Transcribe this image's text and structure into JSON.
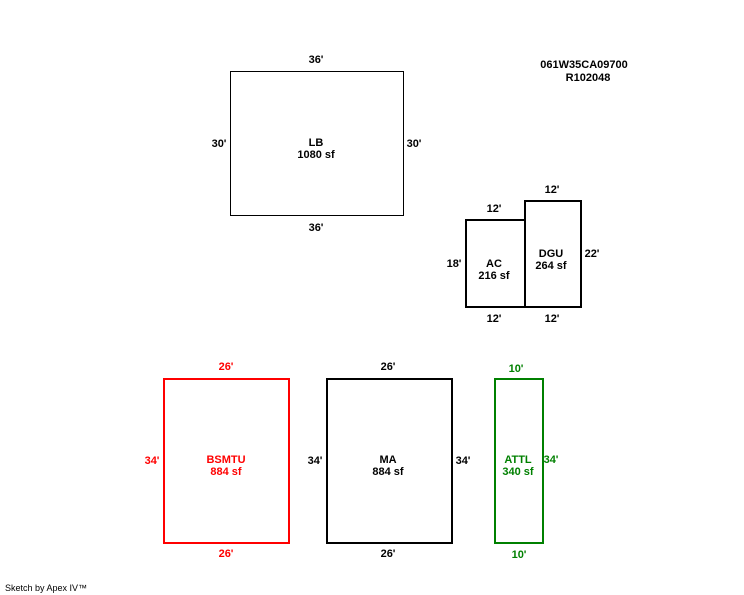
{
  "parcel": {
    "id": "061W35CA09700",
    "ref": "R102048"
  },
  "colors": {
    "default": "#000000",
    "bsmtu": "#ff0000",
    "attl": "#008000"
  },
  "areas": {
    "lb": {
      "name": "LB",
      "area": "1080 sf",
      "top": "36'",
      "bottom": "36'",
      "left": "30'",
      "right": "30'"
    },
    "ac": {
      "name": "AC",
      "area": "216 sf",
      "top": "12'",
      "bottom": "12'",
      "left": "18'"
    },
    "dgu": {
      "name": "DGU",
      "area": "264 sf",
      "top": "12'",
      "bottom": "12'",
      "right": "22'"
    },
    "bsmtu": {
      "name": "BSMTU",
      "area": "884 sf",
      "top": "26'",
      "bottom": "26'",
      "left": "34'"
    },
    "ma": {
      "name": "MA",
      "area": "884 sf",
      "top": "26'",
      "bottom": "26'",
      "left": "34'",
      "right": "34'"
    },
    "attl": {
      "name": "ATTL",
      "area": "340 sf",
      "top": "10'",
      "bottom": "10'",
      "right": "34'"
    }
  },
  "credit": "Sketch by Apex IV™"
}
